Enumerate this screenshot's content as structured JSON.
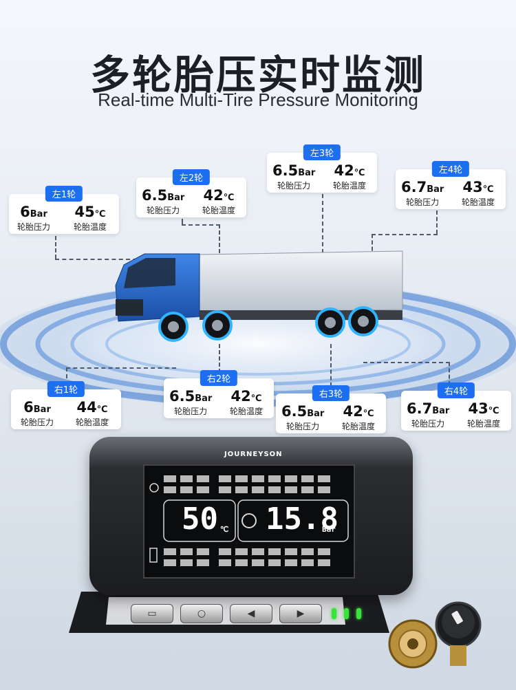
{
  "title": "多轮胎压实时监测",
  "subtitle": "Real-time Multi-Tire Pressure Monitoring",
  "labels": {
    "pressure": "轮胎压力",
    "temp": "轮胎温度",
    "bar": "Bar",
    "celsius": "℃"
  },
  "tires": [
    {
      "name": "左1轮",
      "pressure": "6",
      "temp": "45"
    },
    {
      "name": "左2轮",
      "pressure": "6.5",
      "temp": "42"
    },
    {
      "name": "左3轮",
      "pressure": "6.5",
      "temp": "42"
    },
    {
      "name": "左4轮",
      "pressure": "6.7",
      "temp": "43"
    },
    {
      "name": "右1轮",
      "pressure": "6",
      "temp": "44"
    },
    {
      "name": "右2轮",
      "pressure": "6.5",
      "temp": "42"
    },
    {
      "name": "右3轮",
      "pressure": "6.5",
      "temp": "42"
    },
    {
      "name": "右4轮",
      "pressure": "6.7",
      "temp": "43"
    }
  ],
  "device": {
    "brand": "JOURNEYSON",
    "temp_reading": "50",
    "temp_unit": "℃",
    "pressure_reading": "15.8",
    "pressure_unit": "Bar"
  },
  "colors": {
    "accent": "#1d6ff2",
    "led": "#39e23c"
  }
}
